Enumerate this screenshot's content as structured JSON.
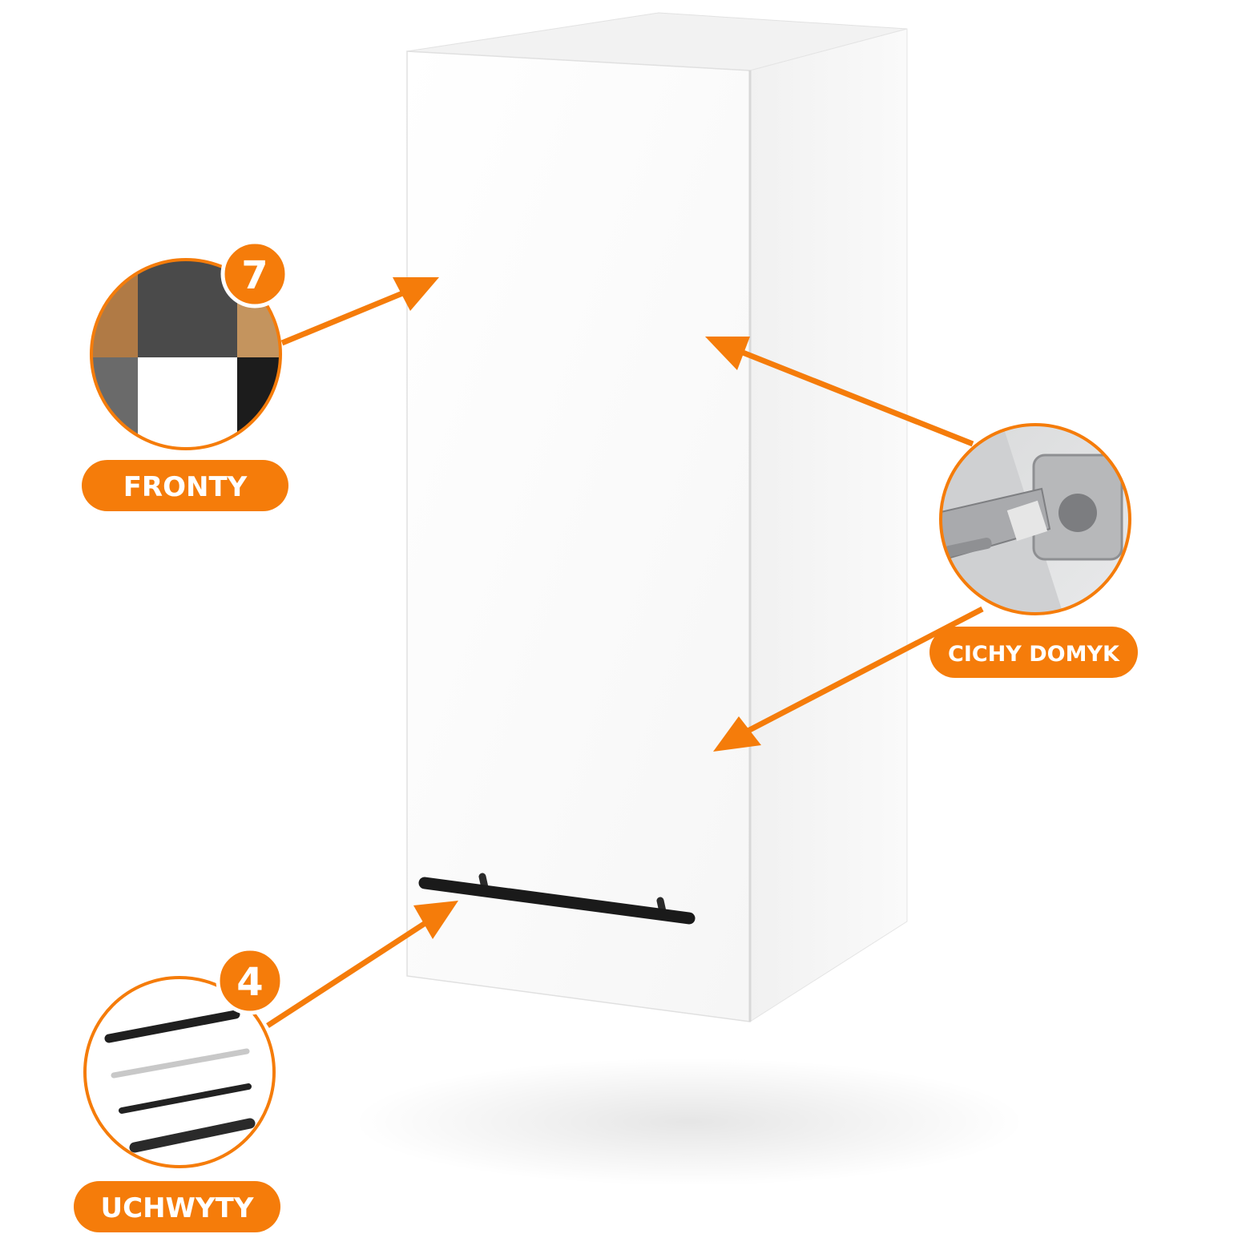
{
  "accent_color": "#f57c0a",
  "callouts": {
    "fronts": {
      "label": "FRONTY",
      "count": "7",
      "swatch_colors": [
        "#b07a45",
        "#4a4a4a",
        "#c4945e",
        "#6a6a6a",
        "#ffffff",
        "#1c1c1c"
      ]
    },
    "soft_close": {
      "label": "CICHY DOMYK",
      "icon": "hinge-icon"
    },
    "handles": {
      "label": "UCHWYTY",
      "count": "4",
      "handle_colors": [
        "#1f1f1f",
        "#c8c8c8",
        "#222222",
        "#2a2a2a"
      ]
    }
  }
}
